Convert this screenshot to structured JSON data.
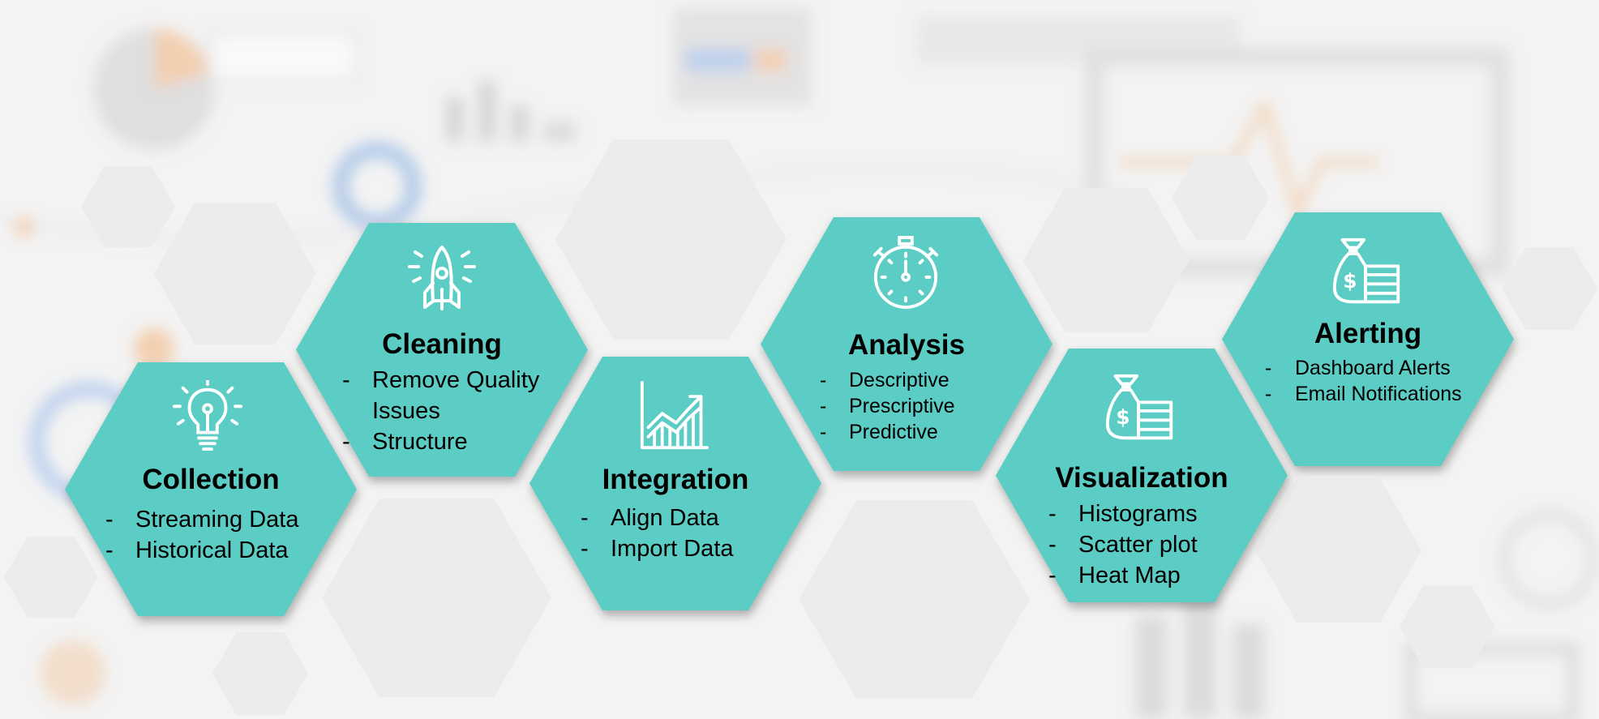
{
  "colors": {
    "accent": "#5ccdc4",
    "ghost": "#ececec",
    "text": "#000000",
    "icon": "#ffffff"
  },
  "steps": [
    {
      "id": "collection",
      "icon": "lightbulb-icon",
      "title": "Collection",
      "items": [
        "Streaming Data",
        "Historical Data"
      ]
    },
    {
      "id": "cleaning",
      "icon": "rocket-icon",
      "title": "Cleaning",
      "items": [
        "Remove Quality Issues",
        "Structure"
      ]
    },
    {
      "id": "integration",
      "icon": "growth-chart-icon",
      "title": "Integration",
      "items": [
        "Align Data",
        "Import Data"
      ]
    },
    {
      "id": "analysis",
      "icon": "stopwatch-icon",
      "title": "Analysis",
      "items": [
        "Descriptive",
        "Prescriptive",
        "Predictive"
      ]
    },
    {
      "id": "visualization",
      "icon": "money-bag-icon",
      "title": "Visualization",
      "items": [
        "Histograms",
        "Scatter plot",
        "Heat Map"
      ]
    },
    {
      "id": "alerting",
      "icon": "money-bag-icon",
      "title": "Alerting",
      "items": [
        "Dashboard Alerts",
        "Email Notifications"
      ]
    }
  ]
}
